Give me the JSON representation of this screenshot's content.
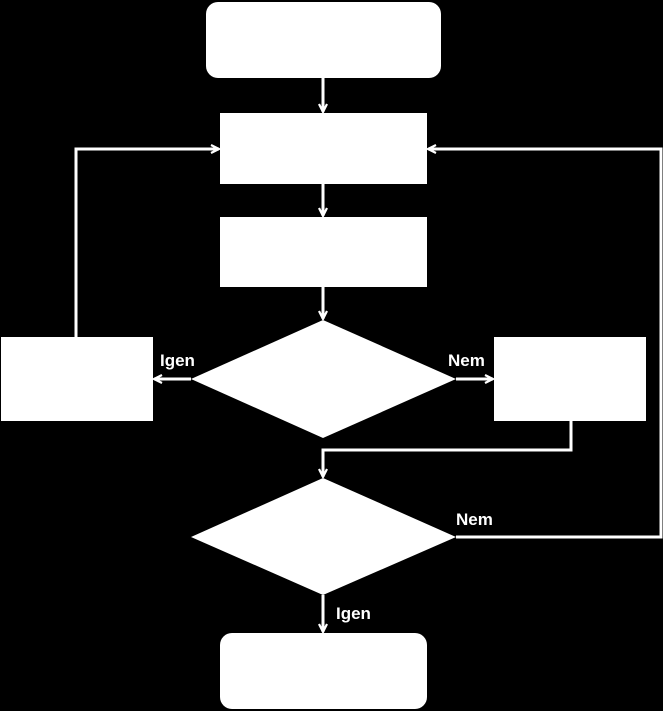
{
  "diagram": {
    "background_color": "#000000",
    "shape_color": "#ffffff",
    "labels": {
      "left_branch_yes": "Igen",
      "right_branch_no": "Nem",
      "loop_back_no": "Nem",
      "exit_yes": "Igen"
    }
  }
}
